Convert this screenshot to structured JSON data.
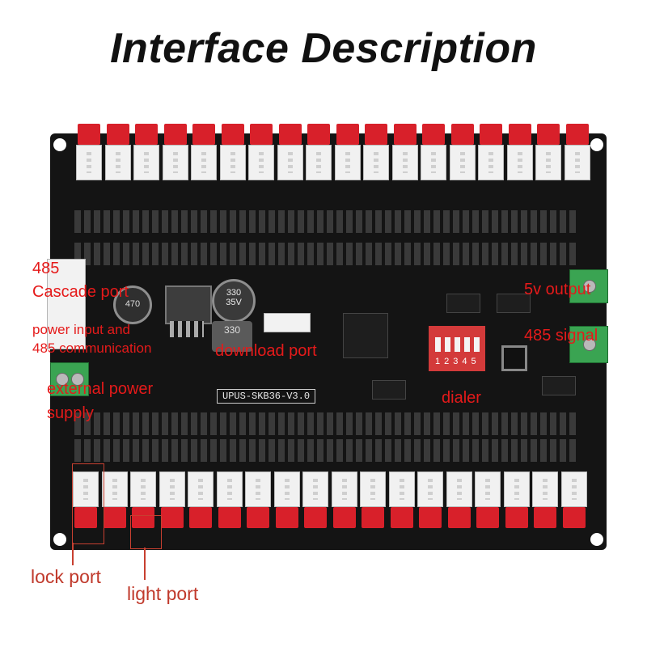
{
  "title": "Interface Description",
  "board_label": "UPUS-SKB36-V3.0",
  "annotations": {
    "cascade_num": "485",
    "cascade_port": "Cascade port",
    "power_input_1": "power input and",
    "power_input_2": "485 communication",
    "download_port": "download port",
    "external_power_1": "external power",
    "external_power_2": "supply",
    "v5_output": "5v output",
    "signal_485": "485 signal",
    "dialer": "dialer"
  },
  "labels": {
    "lock_port": "lock port",
    "light_port": "light port"
  },
  "components": {
    "cap_text_1": "330",
    "cap_text_2": "35V",
    "cap2_text": "470",
    "inductor_text": "330",
    "dip_text": "12345"
  },
  "colors": {
    "annotation": "#e51a1a",
    "board": "#141414",
    "connector_red": "#d8202a",
    "terminal_green": "#3aa452"
  }
}
